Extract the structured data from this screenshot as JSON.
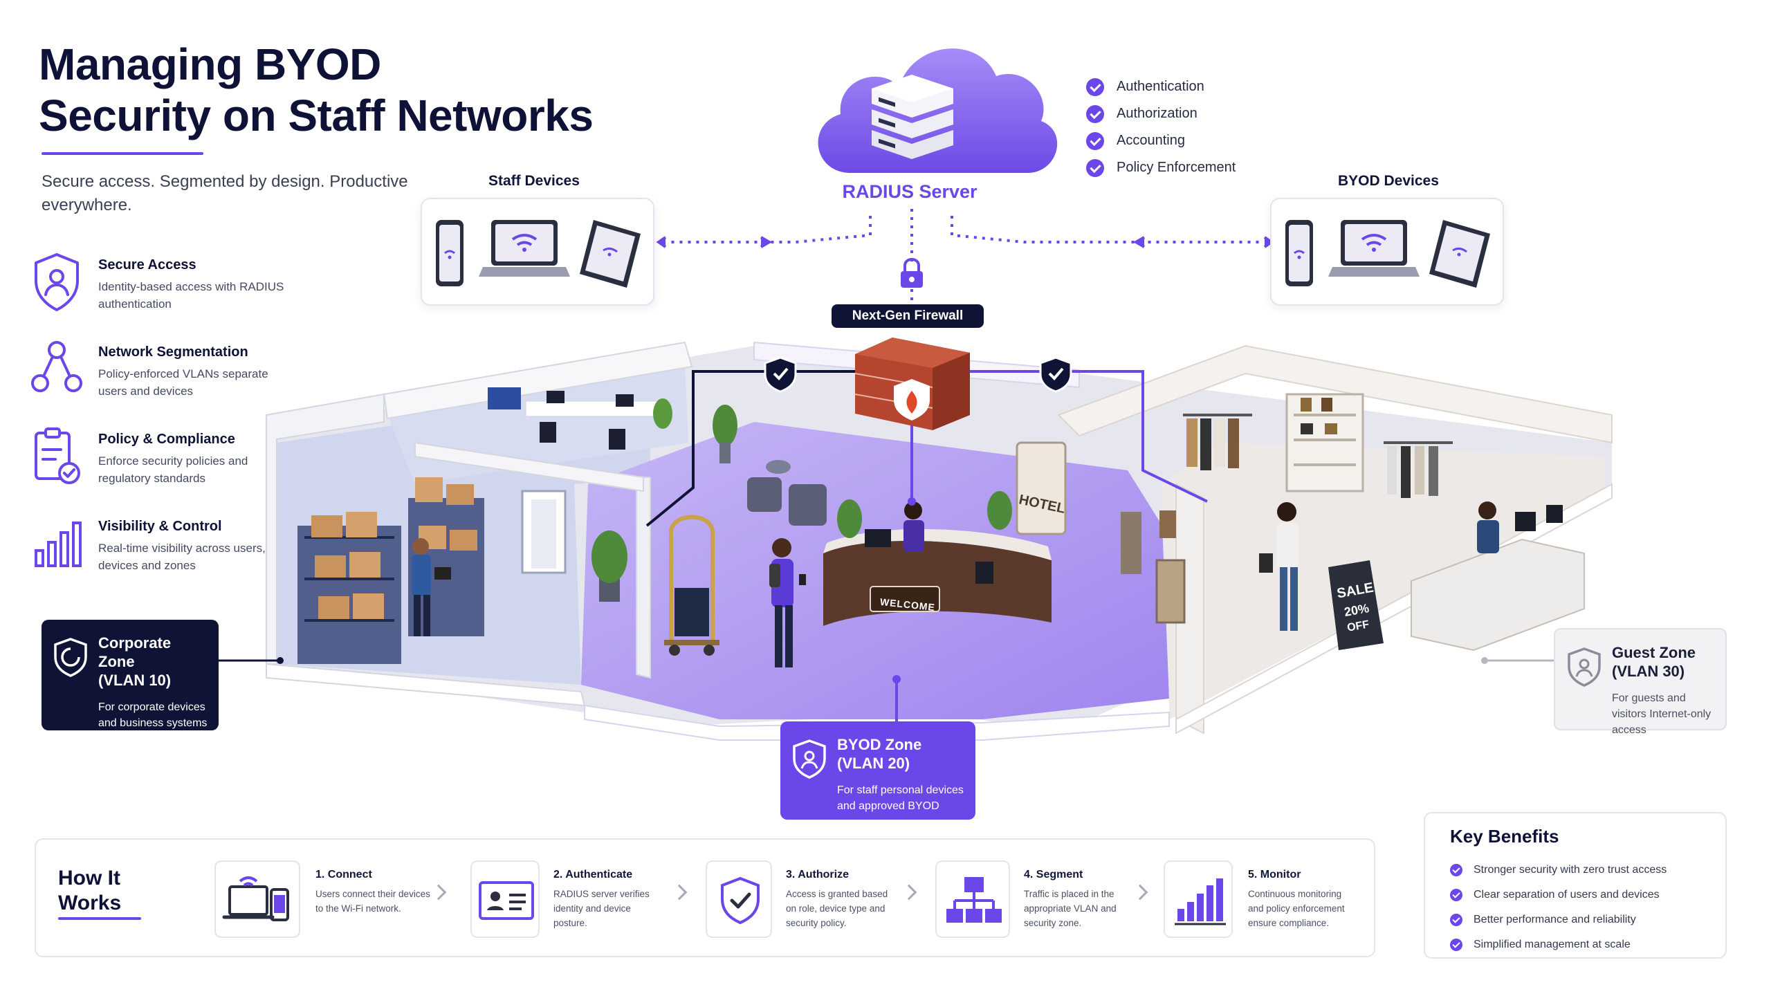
{
  "header": {
    "title_line1": "Managing BYOD",
    "title_line2": "Security on Staff Networks",
    "subtitle": "Secure access. Segmented by design. Productive everywhere."
  },
  "features": [
    {
      "icon": "shield-user-icon",
      "title": "Secure Access",
      "desc": "Identity-based access with RADIUS authentication"
    },
    {
      "icon": "network-nodes-icon",
      "title": "Network Segmentation",
      "desc": "Policy-enforced VLANs separate users and devices"
    },
    {
      "icon": "clipboard-check-icon",
      "title": "Policy & Compliance",
      "desc": "Enforce security policies and regulatory standards"
    },
    {
      "icon": "bar-chart-icon",
      "title": "Visibility & Control",
      "desc": "Real-time visibility across users, devices and zones"
    }
  ],
  "staff_devices": {
    "title": "Staff Devices"
  },
  "byod_devices": {
    "title": "BYOD Devices"
  },
  "radius": {
    "label": "RADIUS Server",
    "functions": [
      "Authentication",
      "Authorization",
      "Accounting",
      "Policy Enforcement"
    ]
  },
  "firewall": {
    "label": "Next-Gen Firewall"
  },
  "floor": {
    "hotel_sign": "HOTEL",
    "welcome_sign": "WELCOME",
    "sale_sign_1": "SALE",
    "sale_sign_2": "20%",
    "sale_sign_3": "OFF"
  },
  "zones": {
    "corporate": {
      "title_1": "Corporate Zone",
      "title_2": "(VLAN 10)",
      "desc": "For corporate devices and business systems"
    },
    "byod": {
      "title_1": "BYOD Zone",
      "title_2": "(VLAN 20)",
      "desc": "For staff personal devices and approved BYOD"
    },
    "guest": {
      "title_1": "Guest Zone",
      "title_2": "(VLAN 30)",
      "desc": "For guests and visitors Internet-only access"
    }
  },
  "how_it_works": {
    "title_1": "How It",
    "title_2": "Works",
    "steps": [
      {
        "icon": "devices-icon",
        "title": "1. Connect",
        "desc": "Users connect their devices to the Wi-Fi network."
      },
      {
        "icon": "id-card-icon",
        "title": "2. Authenticate",
        "desc": "RADIUS server verifies identity and device posture."
      },
      {
        "icon": "shield-check-icon",
        "title": "3. Authorize",
        "desc": "Access is granted based on role, device type and security policy."
      },
      {
        "icon": "hierarchy-icon",
        "title": "4. Segment",
        "desc": "Traffic is placed in the appropriate VLAN and security zone."
      },
      {
        "icon": "bar-chart-icon",
        "title": "5. Monitor",
        "desc": "Continuous monitoring and policy enforcement ensure compliance."
      }
    ]
  },
  "key_benefits": {
    "title": "Key Benefits",
    "items": [
      "Stronger security with zero trust access",
      "Clear separation of users and devices",
      "Better performance and reliability",
      "Simplified management at scale"
    ]
  },
  "colors": {
    "accent": "#6b46e8",
    "navy": "#0f1437",
    "firewall": "#b5452e",
    "guest_floor": "#ece9e6"
  }
}
